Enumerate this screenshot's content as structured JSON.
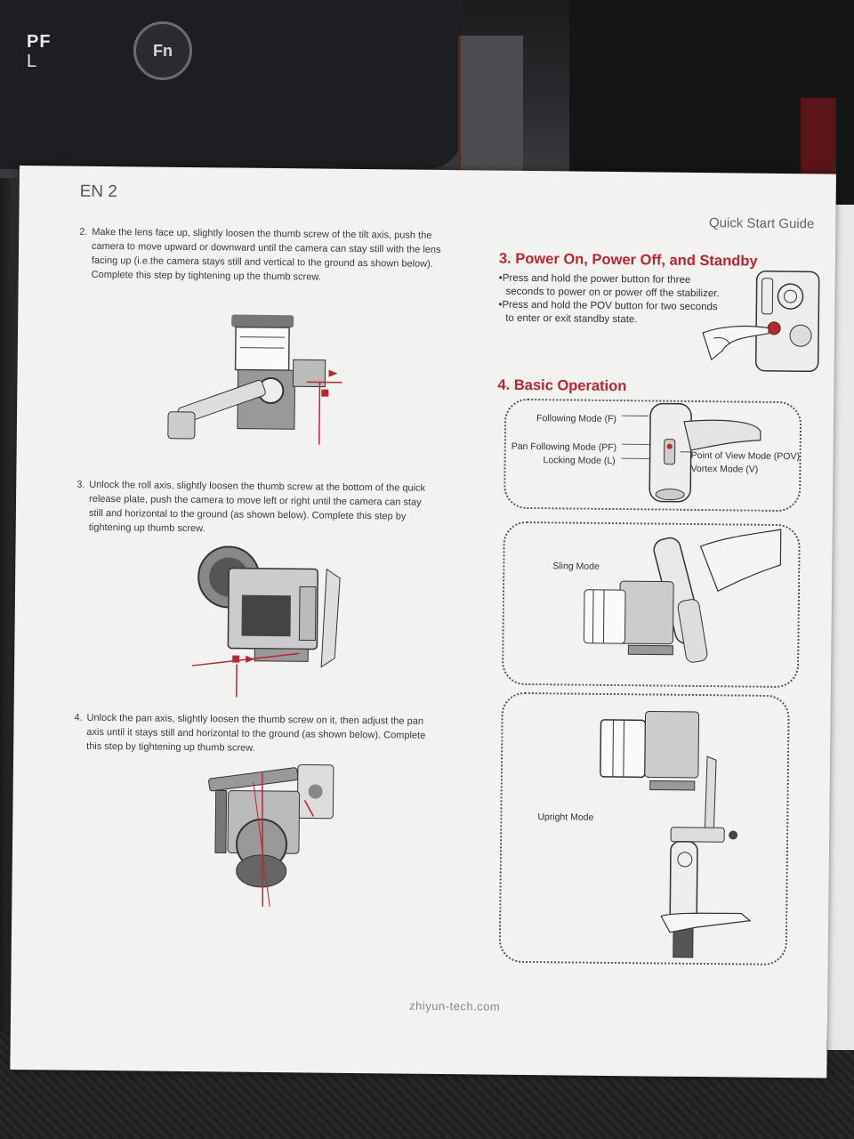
{
  "camera": {
    "pf_label_top": "PF",
    "pf_label_bottom": "L",
    "fn_label": "Fn"
  },
  "page": {
    "page_number": "EN 2",
    "guide_title": "Quick Start Guide",
    "footer_url": "zhiyun-tech.com"
  },
  "steps": [
    {
      "number": "2.",
      "lines": [
        "Make the lens face up, slightly loosen the thumb screw of the tilt axis, push the",
        "camera to move upward or downward until the camera can stay still with the lens",
        "facing up (i.e.the camera stays still and vertical to the ground as shown below).",
        "Complete this step by tightening up the thumb screw."
      ]
    },
    {
      "number": "3.",
      "lines": [
        "Unlock the roll axis, slightly loosen the thumb screw at the bottom of the quick",
        "release plate, push the camera to move left or right until the camera can stay",
        "still and horizontal to the ground (as shown below). Complete this step by",
        "tightening up thumb screw."
      ]
    },
    {
      "number": "4.",
      "lines": [
        "Unlock the pan axis, slightly loosen the thumb screw on it, then adjust the pan",
        "axis until it stays still and horizontal to the ground (as shown below). Complete",
        "this step by tightening up thumb screw."
      ]
    }
  ],
  "power": {
    "title": "3. Power On, Power Off, and Standby",
    "bullets": [
      {
        "line1": "•Press and hold the power button for three",
        "line2": "seconds to power on or power off the stabilizer."
      },
      {
        "line1": "•Press and hold the POV button for two seconds",
        "line2": "to enter or exit standby state."
      }
    ]
  },
  "basic": {
    "title": "4. Basic Operation",
    "modes": {
      "following": "Following Mode (F)",
      "pan_following": "Pan Following Mode (PF)",
      "locking": "Locking Mode (L)",
      "pov": "Point of View Mode (POV)",
      "vortex": "Vortex Mode (V)",
      "sling": "Sling Mode",
      "upright": "Upright Mode"
    }
  },
  "colors": {
    "accent": "#c0242a",
    "page": "#f2f2f0"
  }
}
